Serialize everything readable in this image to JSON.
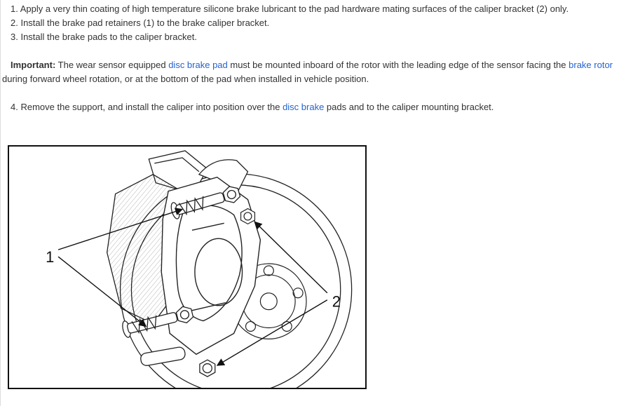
{
  "page": {
    "steps": [
      "1.  Apply a very thin coating of high temperature silicone brake lubricant to the pad hardware mating surfaces of the caliper bracket (2) only.",
      "2.  Install the brake pad retainers (1) to the brake caliper bracket.",
      "3.  Install the brake pads to the caliper bracket."
    ],
    "important": {
      "label": "Important:",
      "t1": " The wear sensor equipped ",
      "link1": "disc brake pad",
      "t2": " must be mounted inboard of the rotor with the leading edge of the sensor facing the ",
      "link2": "brake rotor",
      "t3": " during forward wheel rotation, or at the bottom of the pad when installed in vehicle position."
    },
    "step4": {
      "t1": "4.  Remove the support, and install the caliper into position over the ",
      "link1": "disc brake",
      "t2": " pads and to the caliper mounting bracket."
    },
    "figure": {
      "label1": "1",
      "label2": "2"
    },
    "colors": {
      "link": "#2463cf",
      "text": "#333333"
    }
  }
}
